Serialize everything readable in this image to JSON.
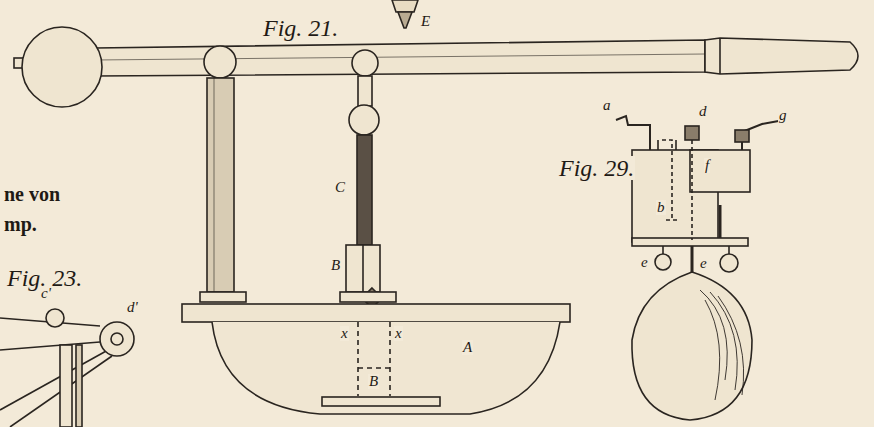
{
  "diagram": {
    "labels": [
      "Fig. 21.",
      "E",
      "C",
      "B",
      "x",
      "x",
      "A",
      "B",
      "ne von",
      "mp.",
      "Fig. 23.",
      "c'",
      "d'",
      "Fig. 29.",
      "a",
      "d",
      "g",
      "f",
      "b",
      "e",
      "e"
    ]
  }
}
